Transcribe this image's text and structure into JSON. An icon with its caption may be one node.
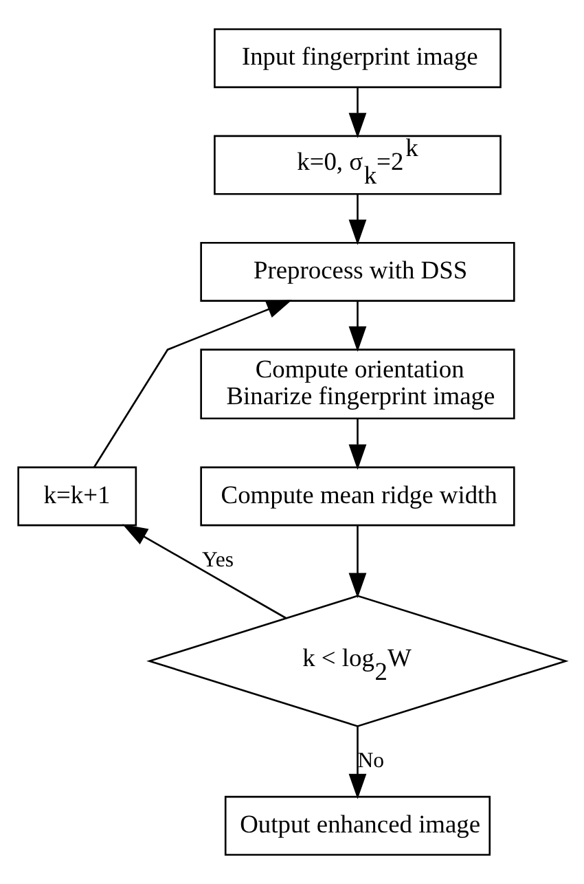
{
  "diagram": {
    "nodes": [
      {
        "text": [
          "Input fingerprint image"
        ]
      },
      {
        "text": [
          "k=0, σ$_{k}$=2$^{k}$"
        ]
      },
      {
        "text": [
          "Preprocess with DSS"
        ]
      },
      {
        "text": [
          "Compute orientation",
          "Binarize fingerprint image"
        ]
      },
      {
        "text": [
          "Compute mean ridge width"
        ]
      },
      {
        "text": [
          "k < log$_{2}$W"
        ]
      },
      {
        "text": [
          "Output enhanced image"
        ]
      },
      {
        "text": [
          "k=k+1"
        ]
      }
    ],
    "edges": [
      {
        "from": 0,
        "to": 1,
        "arrow": "to"
      },
      {
        "from": 1,
        "to": 2,
        "arrow": "to"
      },
      {
        "from": 2,
        "to": 3,
        "arrow": "to"
      },
      {
        "from": 3,
        "to": 4,
        "arrow": "to"
      },
      {
        "from": 4,
        "to": 5,
        "arrow": "to"
      },
      {
        "from": 5,
        "to": 6,
        "label": "No",
        "arrow": "to"
      },
      {
        "from": 5,
        "to": 7,
        "label": "Yes",
        "arrow": "to"
      },
      {
        "from": 7,
        "to": 2,
        "arrow": "to"
      }
    ]
  }
}
